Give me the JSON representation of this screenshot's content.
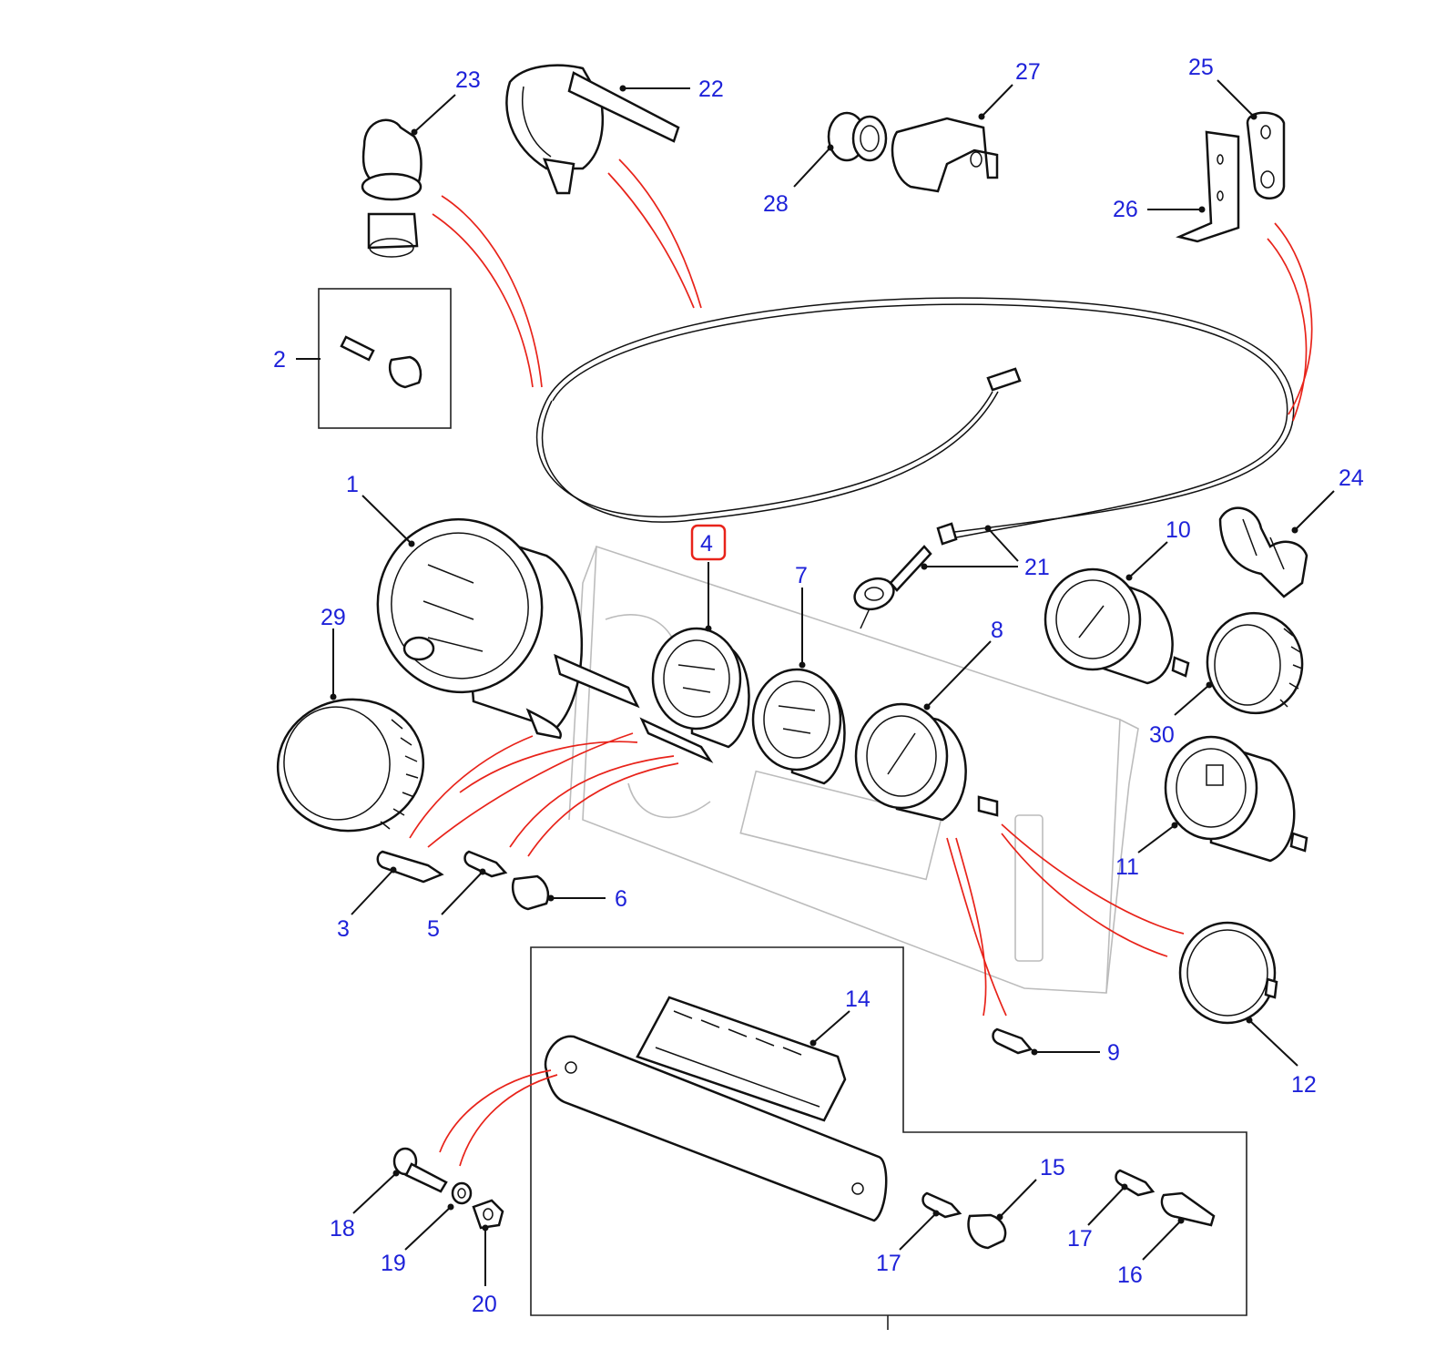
{
  "diagram": {
    "selected_callout": "4",
    "accent_color": "#e8231a",
    "label_color": "#1e22d9",
    "callouts": [
      {
        "label": "1"
      },
      {
        "label": "2"
      },
      {
        "label": "3"
      },
      {
        "label": "4"
      },
      {
        "label": "5"
      },
      {
        "label": "6"
      },
      {
        "label": "7"
      },
      {
        "label": "8"
      },
      {
        "label": "9"
      },
      {
        "label": "10"
      },
      {
        "label": "11"
      },
      {
        "label": "12"
      },
      {
        "label": "14"
      },
      {
        "label": "15"
      },
      {
        "label": "16"
      },
      {
        "label": "17"
      },
      {
        "label": "17"
      },
      {
        "label": "18"
      },
      {
        "label": "19"
      },
      {
        "label": "20"
      },
      {
        "label": "21"
      },
      {
        "label": "22"
      },
      {
        "label": "23"
      },
      {
        "label": "24"
      },
      {
        "label": "25"
      },
      {
        "label": "26"
      },
      {
        "label": "27"
      },
      {
        "label": "28"
      },
      {
        "label": "29"
      },
      {
        "label": "30"
      }
    ]
  }
}
